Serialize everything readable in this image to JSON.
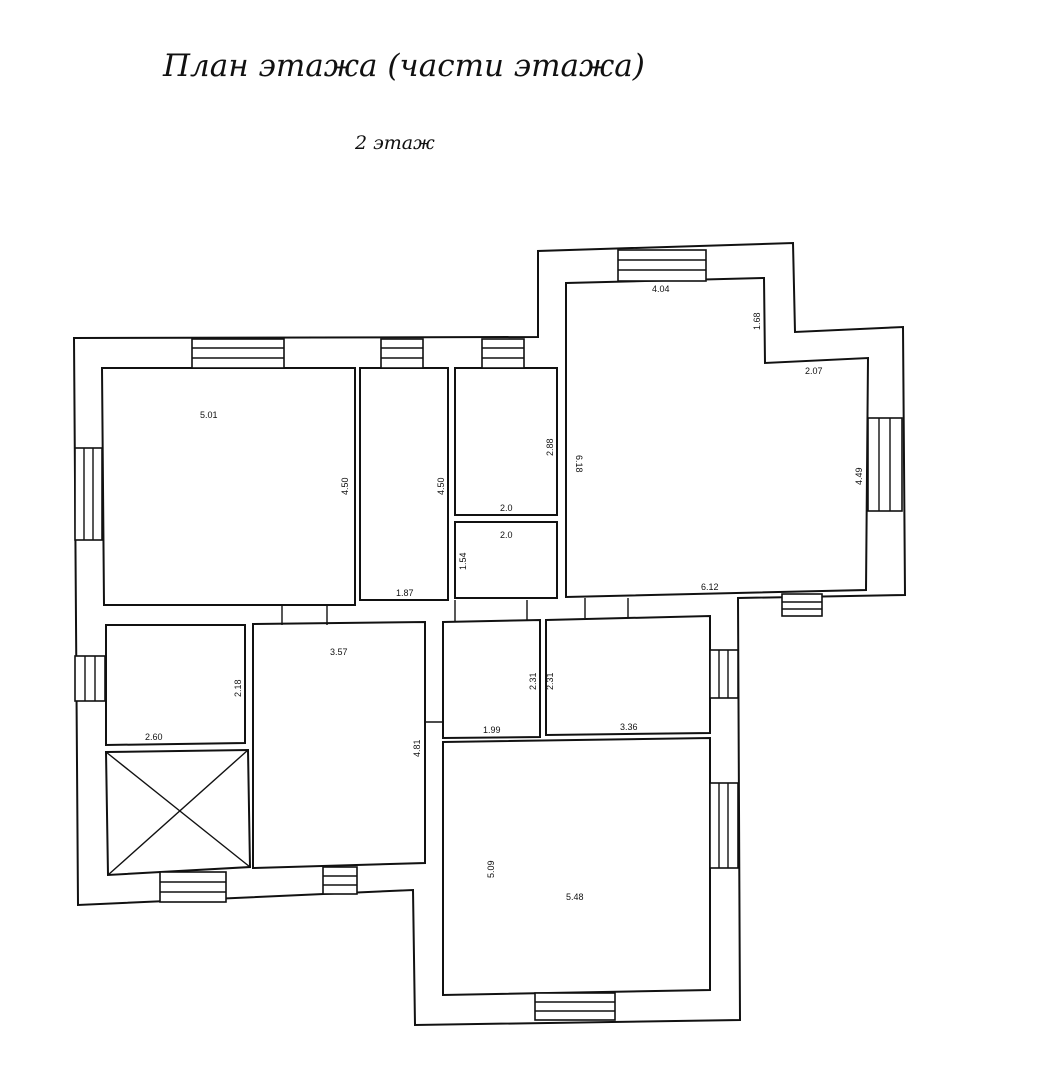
{
  "header": {
    "title": "План этажа (части этажа)",
    "floor": "2 этаж"
  },
  "rooms": [
    {
      "id": "room-1",
      "dims": [
        "5.01",
        "4.50"
      ]
    },
    {
      "id": "room-2",
      "dims": [
        "4.50",
        "1.87"
      ]
    },
    {
      "id": "room-3",
      "dims": [
        "2.88",
        "2.0"
      ]
    },
    {
      "id": "room-4",
      "dims": [
        "2.0",
        "1.54"
      ]
    },
    {
      "id": "room-5",
      "dims": [
        "4.04",
        "1.68",
        "2.07",
        "6.18",
        "4.49",
        "6.12"
      ]
    },
    {
      "id": "room-6",
      "dims": [
        "2.18",
        "2.60"
      ]
    },
    {
      "id": "room-7",
      "dims": [
        "3.57",
        "4.81"
      ]
    },
    {
      "id": "room-8",
      "dims": [
        "2.31",
        "1.99"
      ]
    },
    {
      "id": "room-9",
      "dims": [
        "2.31",
        "3.36"
      ]
    },
    {
      "id": "room-10",
      "dims": [
        "5.09",
        "5.48"
      ]
    }
  ]
}
